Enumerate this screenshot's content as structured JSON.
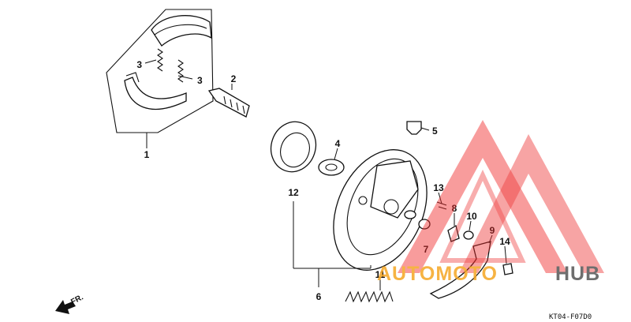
{
  "parts": {
    "p1": "1",
    "p2": "2",
    "p3a": "3",
    "p3b": "3",
    "p4": "4",
    "p5": "5",
    "p6": "6",
    "p7": "7",
    "p8": "8",
    "p9": "9",
    "p10": "10",
    "p11": "11",
    "p12": "12",
    "p13": "13",
    "p14": "14"
  },
  "direction_label": "FR.",
  "diagram_code": "KT04-F07D0",
  "watermark": {
    "text_a": "AUTOMOTO",
    "text_b": "HUB",
    "color_a": "#f5a623",
    "color_b": "#555555",
    "triangle_color": "#ee2a2a"
  }
}
